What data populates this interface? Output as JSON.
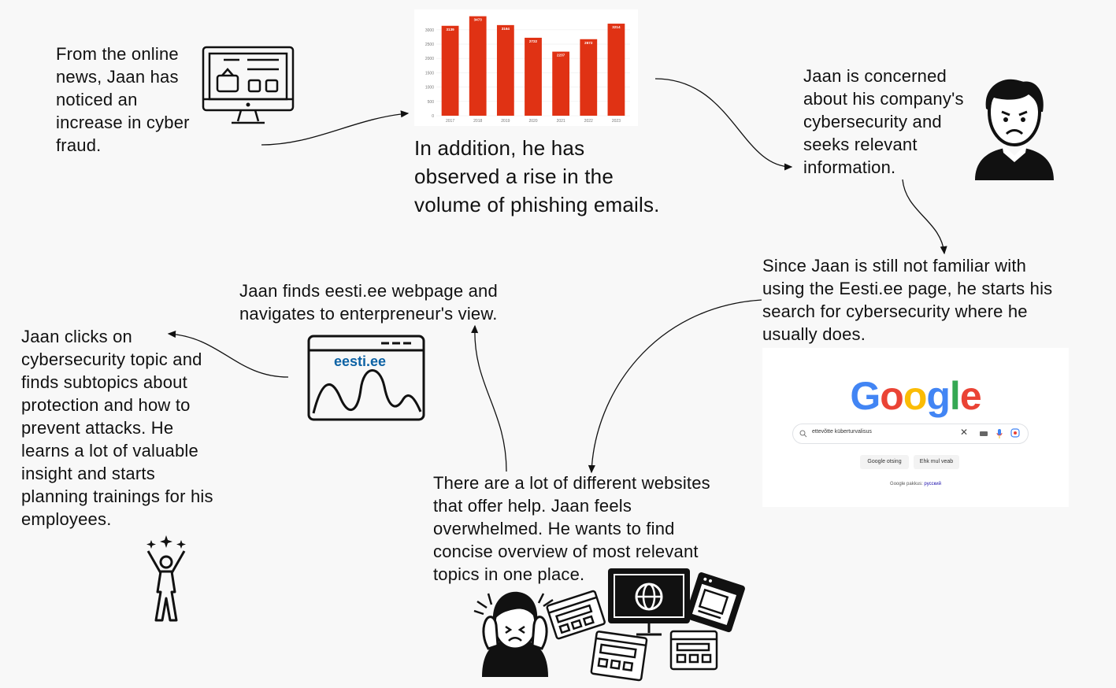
{
  "texts": {
    "news": "From the online\nnews, Jaan has\nnoticed an\nincrease in cyber\nfraud.",
    "phishing": "In addition, he has\nobserved a rise in the\nvolume of phishing emails.",
    "concerned": "Jaan is concerned\nabout his company's\ncybersecurity and\nseeks relevant\ninformation.",
    "search": "Since Jaan is still not familiar with\nusing the Eesti.ee page, he starts his\nsearch for cybersecurity where he\nusually does.",
    "finds": "Jaan finds eesti.ee webpage and\nnavigates to enterpreneur's view.",
    "clicks": "Jaan clicks on\ncybersecurity topic and\nfinds subtopics about\nprotection and how to\nprevent attacks. He\nlearns a lot of valuable\ninsight and starts\nplanning trainings for his\nemployees.",
    "overwhelmed": "There are a lot of different websites\nthat offer help. Jaan feels\noverwhelmed. He wants to find\nconcise overview of most relevant\ntopics in one place."
  },
  "eesti_label": "eesti.ee",
  "google": {
    "logo_letters": [
      {
        "ch": "G",
        "color": "#4285F4"
      },
      {
        "ch": "o",
        "color": "#EA4335"
      },
      {
        "ch": "o",
        "color": "#FBBC05"
      },
      {
        "ch": "g",
        "color": "#4285F4"
      },
      {
        "ch": "l",
        "color": "#34A853"
      },
      {
        "ch": "e",
        "color": "#EA4335"
      }
    ],
    "query": "ettevõtte küberturvalisus",
    "btn_search": "Google otsing",
    "btn_lucky": "Ehk mul veab",
    "lang_prefix": "Google pakkus:",
    "lang_link": "русский"
  },
  "colors": {
    "bar": "#e03214",
    "ink": "#111111"
  },
  "chart_data": {
    "type": "bar",
    "categories": [
      "2017",
      "2018",
      "2019",
      "2020",
      "2021",
      "2022",
      "2023"
    ],
    "values": [
      3139,
      3473,
      3164,
      2722,
      2237,
      2672,
      3214
    ],
    "yticks": [
      0,
      500,
      1000,
      1500,
      2000,
      2500,
      3000
    ],
    "ylim": [
      0,
      3600
    ]
  }
}
